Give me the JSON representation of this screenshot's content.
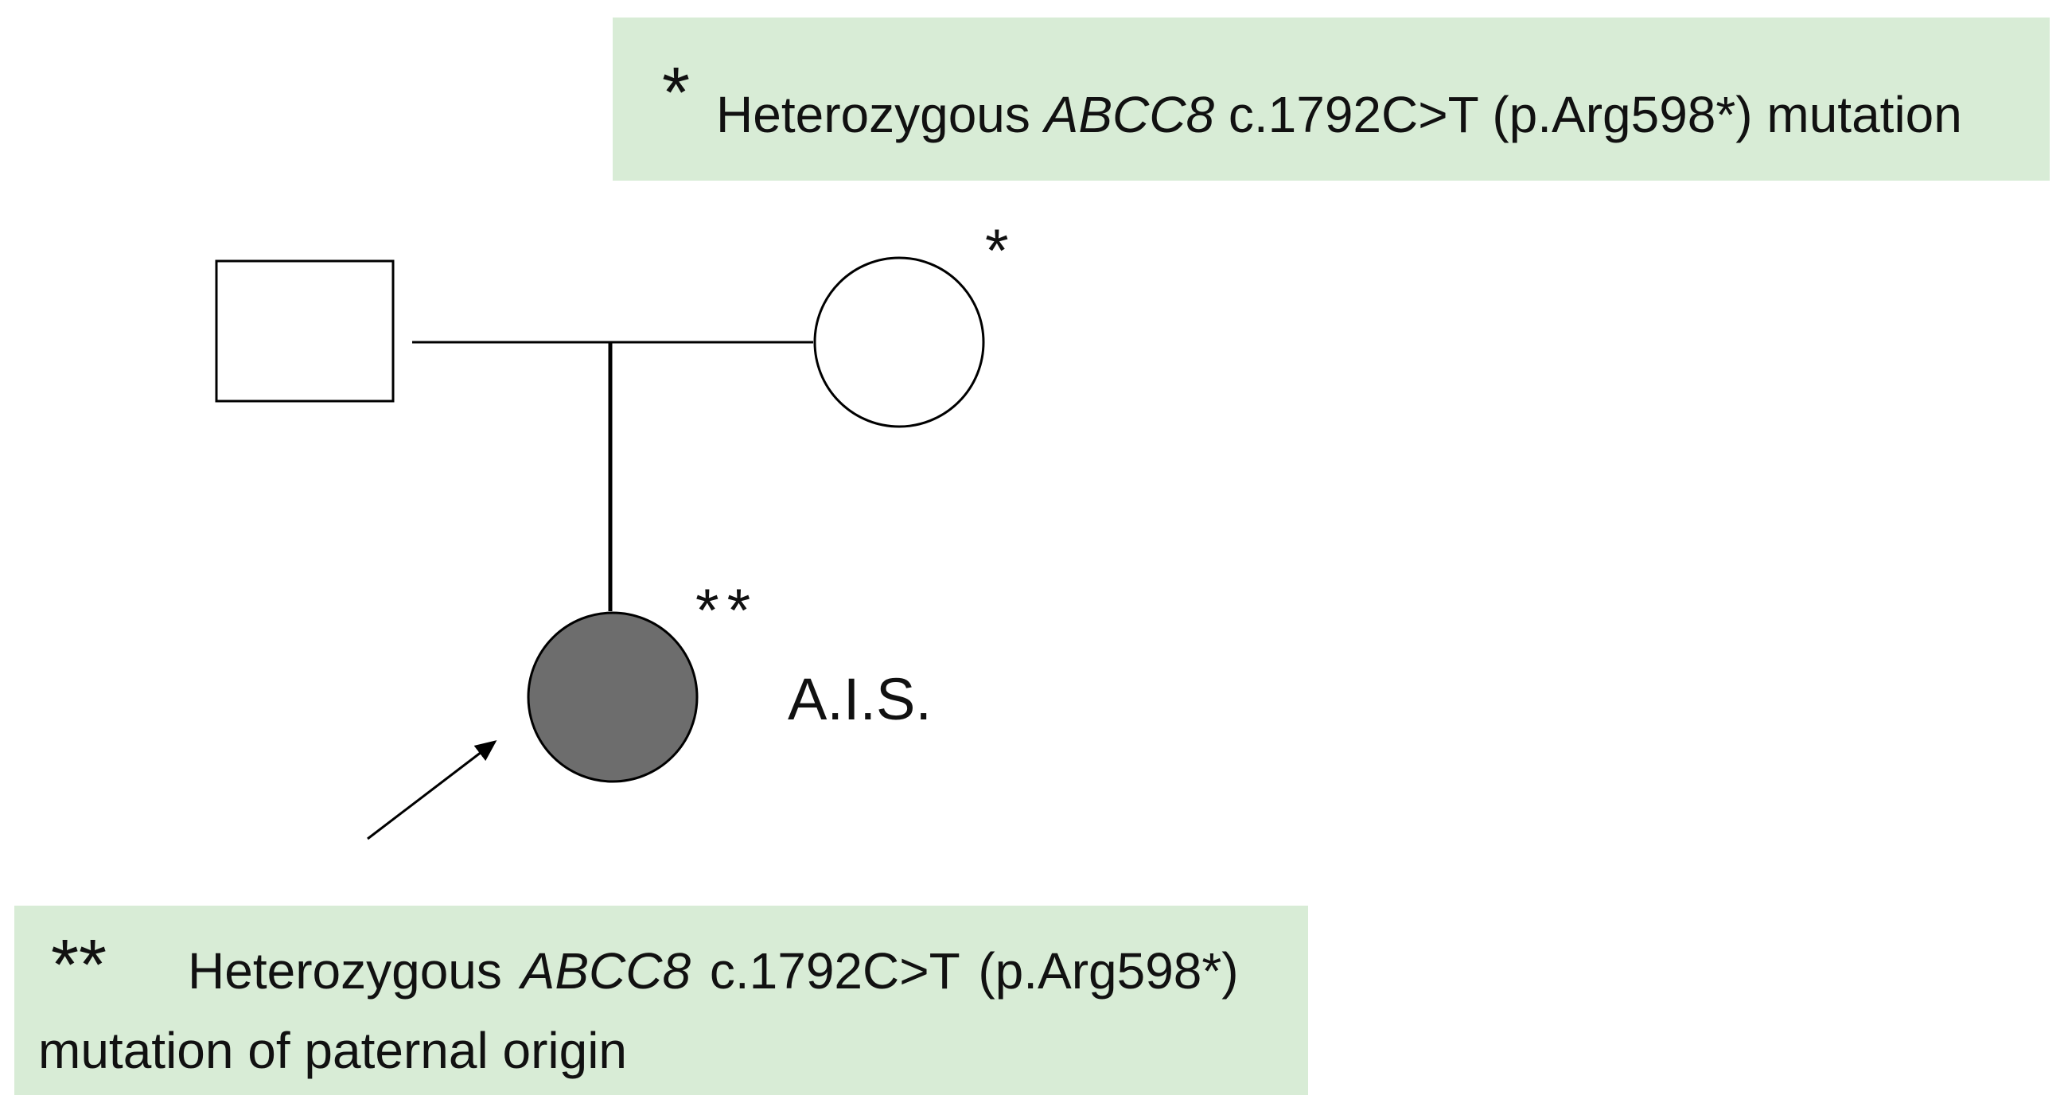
{
  "legend_top": {
    "marker": "*",
    "text_prefix": "Heterozygous ",
    "gene": "ABCC8",
    "text_suffix": " c.1792C>T (p.Arg598*)  mutation"
  },
  "legend_bottom": {
    "marker": "**",
    "text_prefix": "Heterozygous ",
    "gene": "ABCC8",
    "text_suffix": "  c.1792C>T  (p.Arg598*)",
    "line2": "mutation of paternal origin"
  },
  "pedigree": {
    "father": {
      "shape": "square",
      "affected": false,
      "marker": ""
    },
    "mother": {
      "shape": "circle",
      "affected": false,
      "marker": "*"
    },
    "proband": {
      "shape": "circle",
      "affected": true,
      "marker": "**",
      "label": "A.I.S."
    }
  },
  "colors": {
    "legend_background": "#d8ecd6",
    "affected_fill": "#6d6d6d",
    "line": "#000000"
  }
}
